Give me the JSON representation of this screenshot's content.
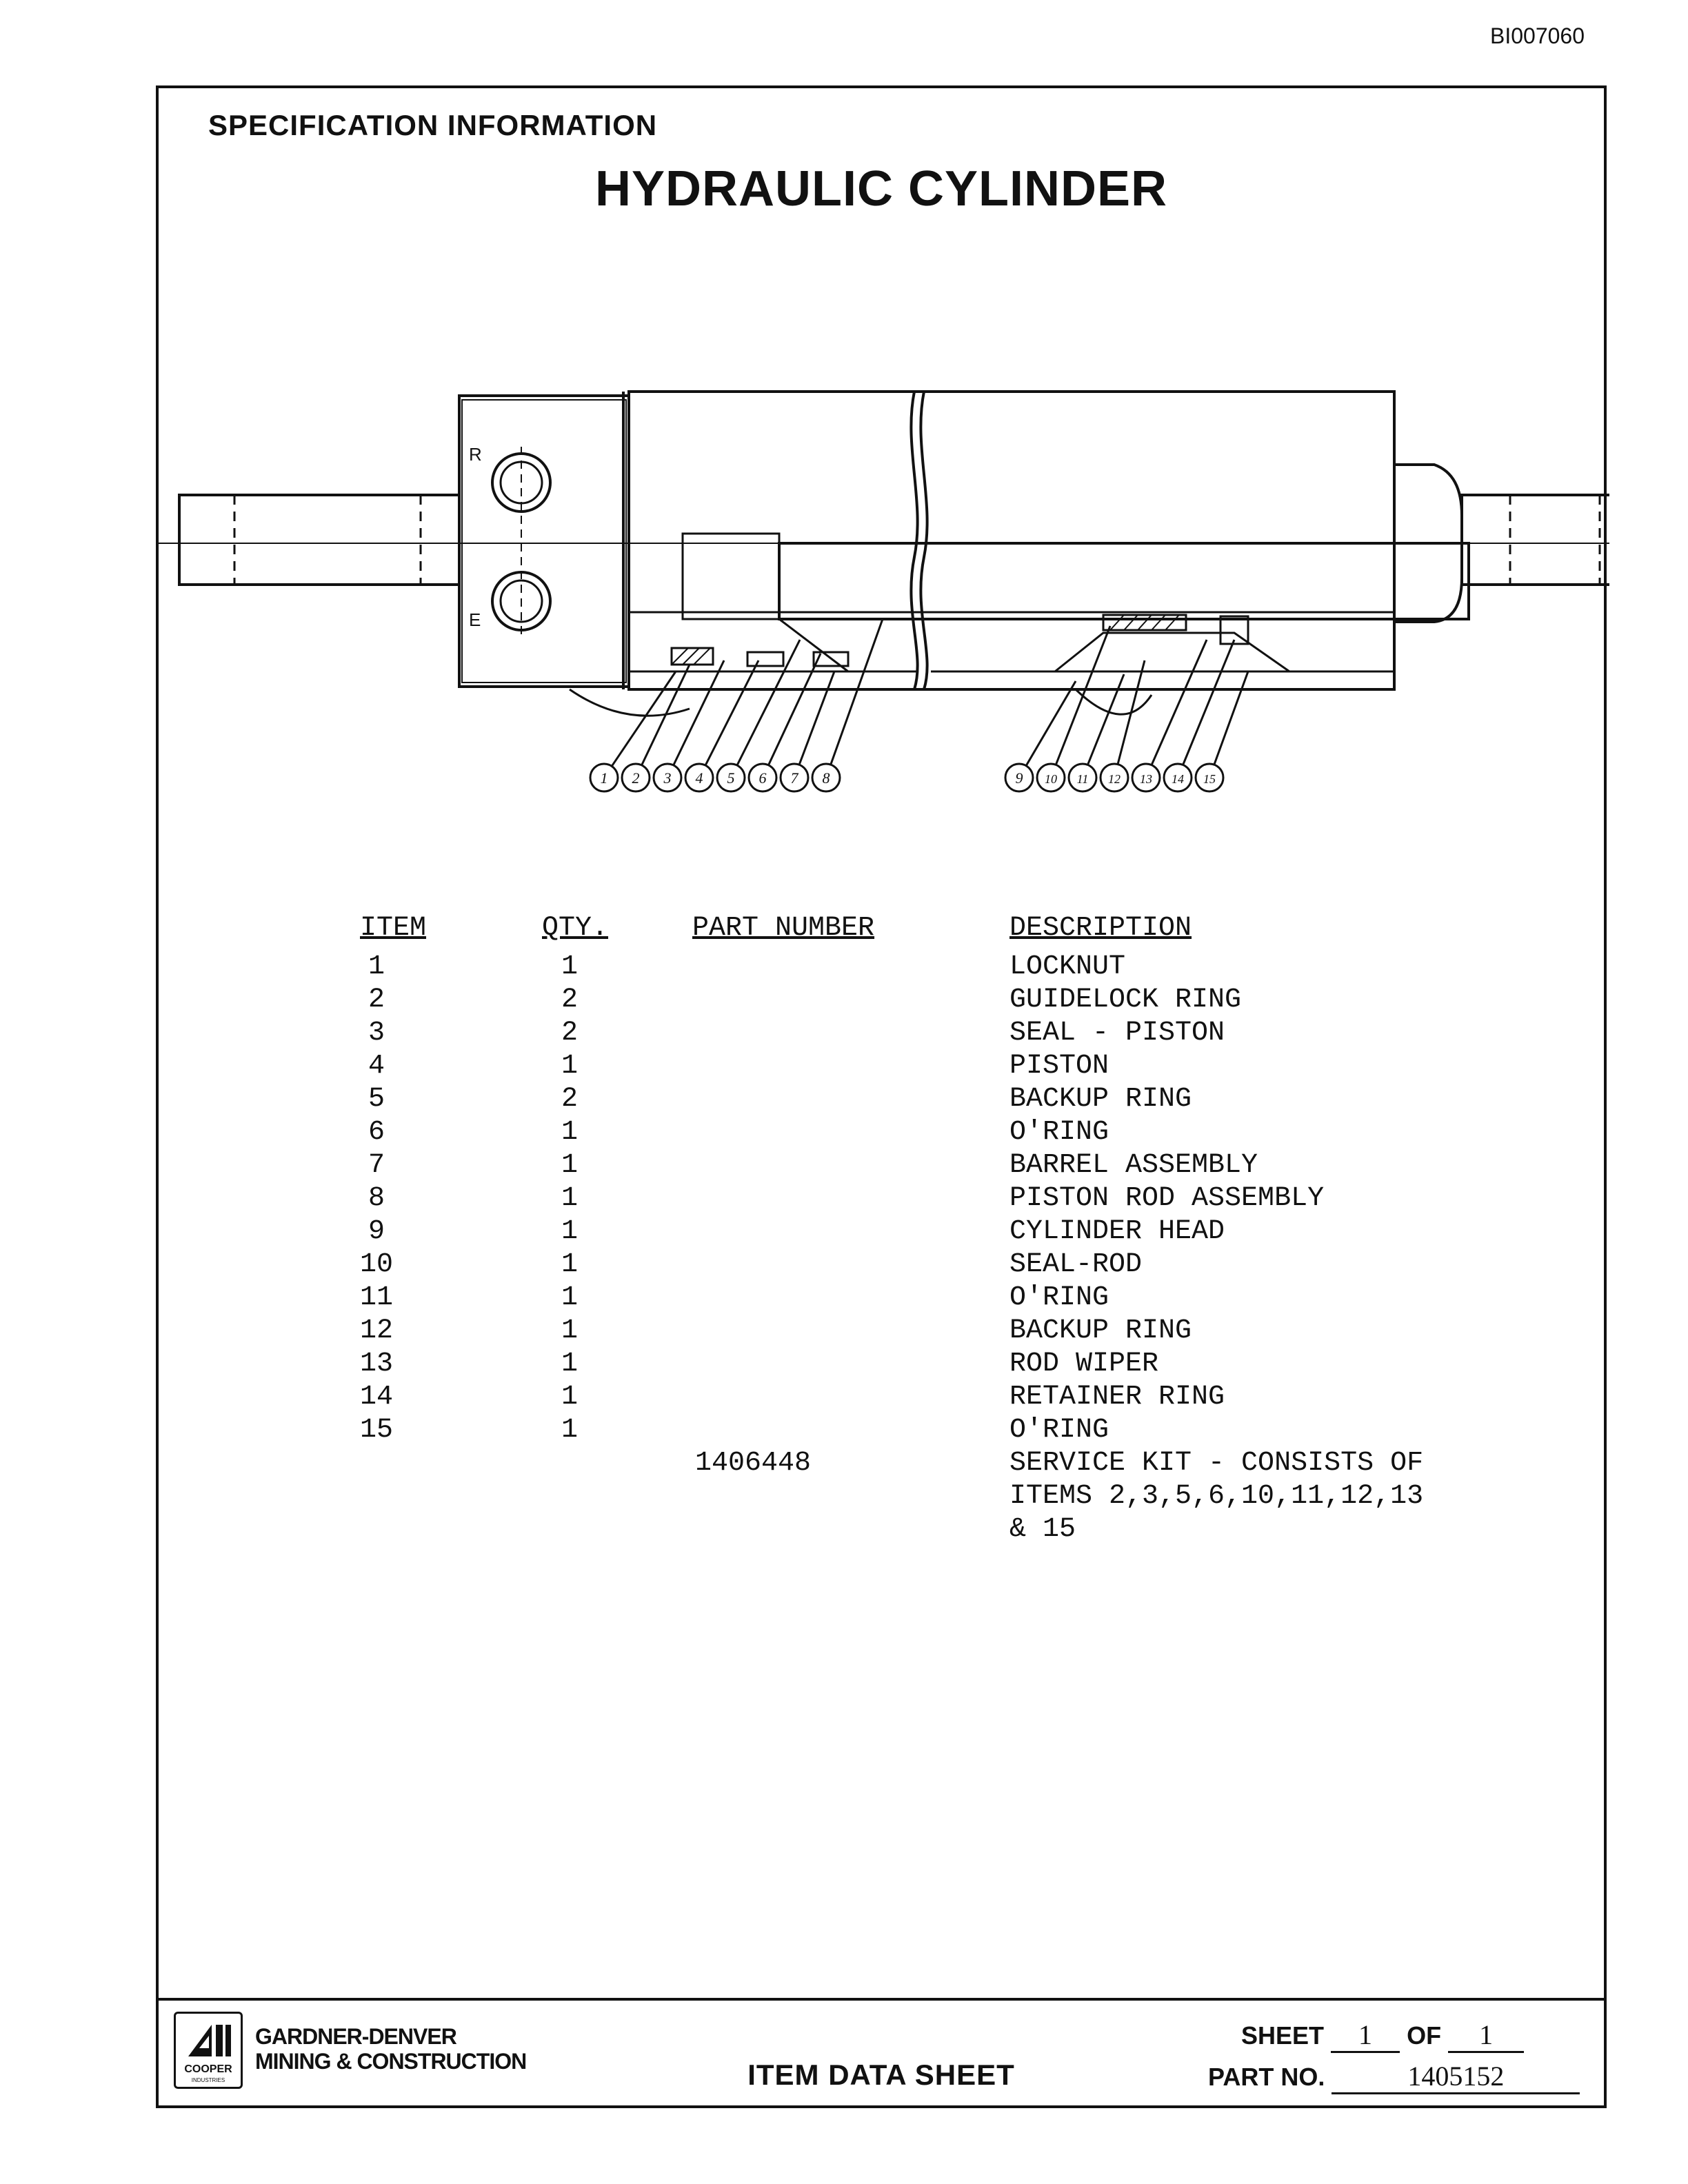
{
  "doc_id": "BI007060",
  "header": {
    "section": "SPECIFICATION INFORMATION",
    "title": "HYDRAULIC CYLINDER"
  },
  "drawing": {
    "port_labels": [
      "R",
      "E"
    ],
    "callouts_left": [
      "1",
      "2",
      "3",
      "4",
      "5",
      "6",
      "7",
      "8"
    ],
    "callouts_right": [
      "9",
      "10",
      "11",
      "12",
      "13",
      "14",
      "15"
    ]
  },
  "table": {
    "headers": {
      "item": "ITEM",
      "qty": "QTY.",
      "part": "PART NUMBER",
      "desc": "DESCRIPTION"
    },
    "rows": [
      {
        "item": "1",
        "qty": "1",
        "part": "",
        "desc": "LOCKNUT"
      },
      {
        "item": "2",
        "qty": "2",
        "part": "",
        "desc": "GUIDELOCK RING"
      },
      {
        "item": "3",
        "qty": "2",
        "part": "",
        "desc": "SEAL - PISTON"
      },
      {
        "item": "4",
        "qty": "1",
        "part": "",
        "desc": "PISTON"
      },
      {
        "item": "5",
        "qty": "2",
        "part": "",
        "desc": "BACKUP RING"
      },
      {
        "item": "6",
        "qty": "1",
        "part": "",
        "desc": "O'RING"
      },
      {
        "item": "7",
        "qty": "1",
        "part": "",
        "desc": "BARREL ASSEMBLY"
      },
      {
        "item": "8",
        "qty": "1",
        "part": "",
        "desc": "PISTON ROD ASSEMBLY"
      },
      {
        "item": "9",
        "qty": "1",
        "part": "",
        "desc": "CYLINDER HEAD"
      },
      {
        "item": "10",
        "qty": "1",
        "part": "",
        "desc": "SEAL-ROD"
      },
      {
        "item": "11",
        "qty": "1",
        "part": "",
        "desc": "O'RING"
      },
      {
        "item": "12",
        "qty": "1",
        "part": "",
        "desc": "BACKUP RING"
      },
      {
        "item": "13",
        "qty": "1",
        "part": "",
        "desc": "ROD WIPER"
      },
      {
        "item": "14",
        "qty": "1",
        "part": "",
        "desc": "RETAINER RING"
      },
      {
        "item": "15",
        "qty": "1",
        "part": "",
        "desc": "O'RING"
      },
      {
        "item": "",
        "qty": "",
        "part": "1406448",
        "desc": "SERVICE KIT - CONSISTS OF"
      },
      {
        "item": "",
        "qty": "",
        "part": "",
        "desc": "ITEMS 2,3,5,6,10,11,12,13"
      },
      {
        "item": "",
        "qty": "",
        "part": "",
        "desc": "& 15"
      }
    ]
  },
  "footer": {
    "logo_text": "COOPER",
    "logo_subtext": "INDUSTRIES",
    "company_line1": "GARDNER-DENVER",
    "company_line2": "MINING & CONSTRUCTION",
    "doc_type": "ITEM DATA SHEET",
    "sheet_label": "SHEET",
    "sheet_num": "1",
    "of_label": "OF",
    "sheet_total": "1",
    "partno_label": "PART NO.",
    "partno_value": "1405152"
  }
}
